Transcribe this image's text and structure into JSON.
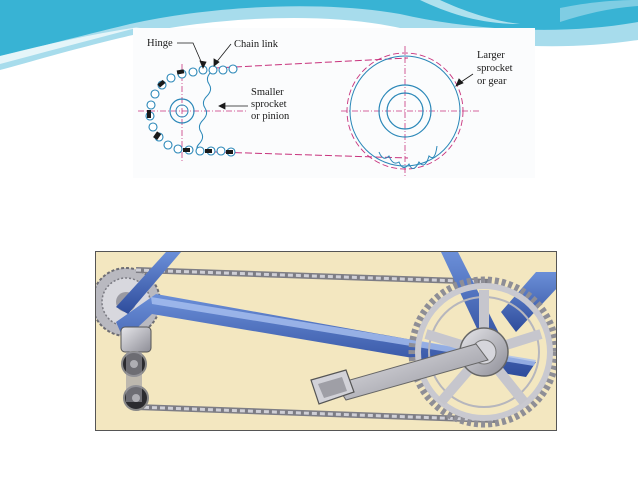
{
  "diagram": {
    "labels": {
      "hinge": "Hinge",
      "chain_link": "Chain link",
      "smaller_sprocket": [
        "Smaller",
        "sprocket",
        "or pinion"
      ],
      "larger_sprocket": [
        "Larger",
        "sprocket",
        "or gear"
      ]
    }
  },
  "colors": {
    "swoosh_teal": "#38b3d4",
    "swoosh_light": "#a7dcec",
    "diagram_blue": "#2a87b8",
    "diagram_magenta": "#c8337d",
    "photo_bg": "#f3e7c0",
    "frame_blue": "#4b6fc2"
  }
}
